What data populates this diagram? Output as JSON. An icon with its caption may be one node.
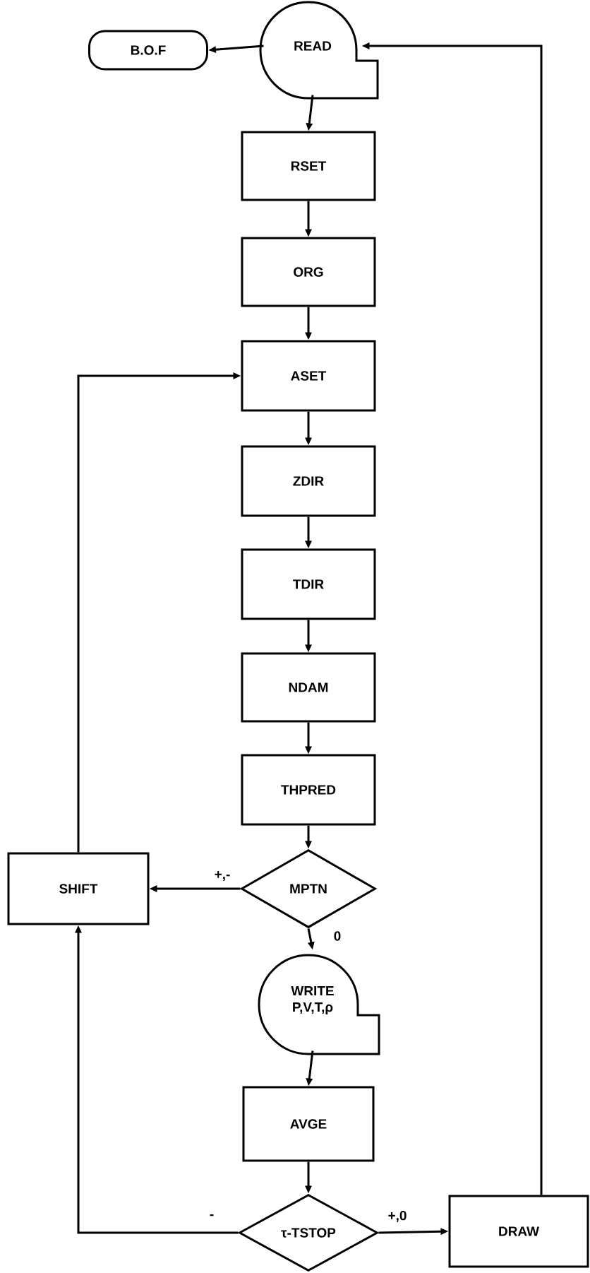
{
  "diagram": {
    "nodes": [
      {
        "text": [
          "B.O.F"
        ]
      },
      {
        "text": [
          "READ"
        ]
      },
      {
        "text": [
          "RSET"
        ]
      },
      {
        "text": [
          "ORG"
        ]
      },
      {
        "text": [
          "ASET"
        ]
      },
      {
        "text": [
          "ZDIR"
        ]
      },
      {
        "text": [
          "TDIR"
        ]
      },
      {
        "text": [
          "NDAM"
        ]
      },
      {
        "text": [
          "THPRED"
        ]
      },
      {
        "text": [
          "SHIFT"
        ]
      },
      {
        "text": [
          "MPTN"
        ]
      },
      {
        "text": [
          "WRITE P,V,T,ρ"
        ]
      },
      {
        "text": [
          "AVGE"
        ]
      },
      {
        "text": [
          "τ-TSTOP"
        ]
      },
      {
        "text": [
          "DRAW"
        ]
      }
    ],
    "edges": [
      {
        "from": 1,
        "to": 0,
        "arrow": "to"
      },
      {
        "from": 1,
        "to": 2,
        "arrow": "to"
      },
      {
        "from": 2,
        "to": 3,
        "arrow": "to"
      },
      {
        "from": 3,
        "to": 4,
        "arrow": "to"
      },
      {
        "from": 4,
        "to": 5,
        "arrow": "to"
      },
      {
        "from": 5,
        "to": 6,
        "arrow": "to"
      },
      {
        "from": 6,
        "to": 7,
        "arrow": "to"
      },
      {
        "from": 7,
        "to": 8,
        "arrow": "to"
      },
      {
        "from": 8,
        "to": 10,
        "arrow": "to"
      },
      {
        "from": 10,
        "to": 9,
        "arrow": "to",
        "label": "+,-"
      },
      {
        "from": 9,
        "to": 4,
        "arrow": "to"
      },
      {
        "from": 10,
        "to": 11,
        "arrow": "to",
        "label": "0"
      },
      {
        "from": 11,
        "to": 12,
        "arrow": "to"
      },
      {
        "from": 12,
        "to": 13,
        "arrow": "to"
      },
      {
        "from": 13,
        "to": 9,
        "arrow": "to",
        "label": "-"
      },
      {
        "from": 13,
        "to": 14,
        "arrow": "to",
        "label": "+,0"
      },
      {
        "from": 14,
        "to": 1,
        "arrow": "to"
      }
    ]
  }
}
